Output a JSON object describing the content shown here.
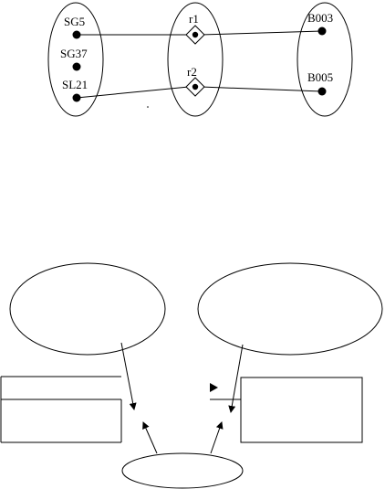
{
  "colors": {
    "stroke": "#000000",
    "fill_diamond": "#ffffff",
    "background": "#ffffff"
  },
  "top_diagram": {
    "left_set": {
      "items": [
        "SG5",
        "SG37",
        "SL21"
      ]
    },
    "relationship_set": {
      "items": [
        "r1",
        "r2"
      ]
    },
    "right_set": {
      "items": [
        "B003",
        "B005"
      ]
    }
  }
}
